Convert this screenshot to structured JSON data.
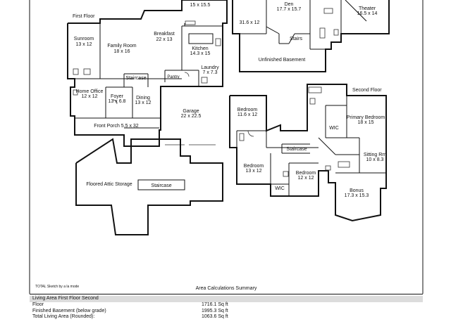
{
  "floors": {
    "first": "First Floor",
    "second": "Second Floor"
  },
  "rooms": {
    "top_room": {
      "name": "",
      "dims": "15 x 15.5"
    },
    "sunroom": {
      "name": "Sunroom",
      "dims": "13 x 12"
    },
    "family_room": {
      "name": "Family Room",
      "dims": "18 x 16"
    },
    "breakfast": {
      "name": "Breakfast",
      "dims": "22 x 13"
    },
    "kitchen": {
      "name": "Kitchen",
      "dims": "14.3 x 15"
    },
    "laundry": {
      "name": "Laundry",
      "dims": "7 x 7.3"
    },
    "pantry": {
      "name": "Pantry"
    },
    "staircase_first": {
      "name": "Staircase"
    },
    "home_office": {
      "name": "Home Office",
      "dims": "12 x 12"
    },
    "foyer": {
      "name": "Foyer",
      "dims": "13 x 6.8"
    },
    "dining": {
      "name": "Dining",
      "dims": "13 x 12"
    },
    "garage": {
      "name": "Garage",
      "dims": "22 x 22.5"
    },
    "front_porch": {
      "name": "Front Porch 5.5 x 32"
    },
    "den": {
      "name": "Den",
      "dims": "17.7 x 15.7"
    },
    "theater": {
      "name": "Theater",
      "dims": "16.5 x 14"
    },
    "basement_room": {
      "dims": "31.6 x 12"
    },
    "stairs_basement": {
      "name": "Stairs"
    },
    "unfinished_basement": {
      "name": "Unfinished Basement"
    },
    "bedroom1": {
      "name": "Bedroom",
      "dims": "11.6 x 12"
    },
    "primary_bedroom": {
      "name": "Primary Bedroom",
      "dims": "18 x 15"
    },
    "wic1": {
      "name": "WIC"
    },
    "staircase_second": {
      "name": "Staircase"
    },
    "sitting_rm": {
      "name": "Sitting Rm",
      "dims": "10 x 8.3"
    },
    "bedroom2": {
      "name": "Bedroom",
      "dims": "13 x 12"
    },
    "bedroom3": {
      "name": "Bedroom",
      "dims": "12 x 12"
    },
    "wic2": {
      "name": "WIC"
    },
    "bonus": {
      "name": "Bonus",
      "dims": "17.3 x 15.3"
    },
    "attic": {
      "name": "Floored Attic Storage"
    },
    "staircase_attic": {
      "name": "Staircase"
    }
  },
  "footer": {
    "sketch_note": "TOTAL Sketch by a la mode",
    "summary_title": "Area Calculations Summary",
    "header": "Living   Area   First   Floor   Second",
    "rows": [
      {
        "label": "Floor",
        "value": "1716.1 Sq ft"
      },
      {
        "label": "Finished Basement (below grade)",
        "value": "1995.3 Sq ft"
      },
      {
        "label": "Total   Living   Area   (Rounded):",
        "value": "1063.6 Sq ft"
      }
    ]
  }
}
